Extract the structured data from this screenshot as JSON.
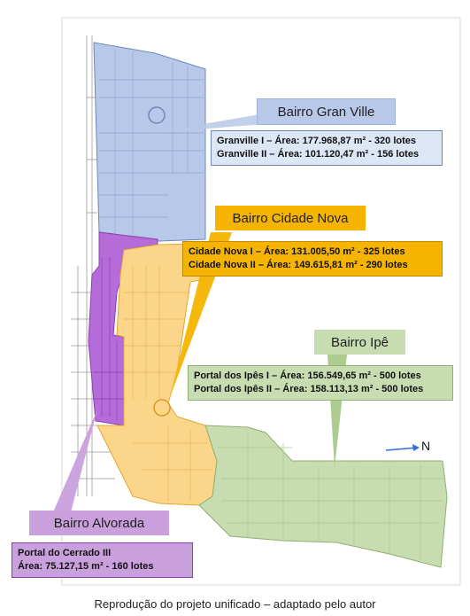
{
  "caption": "Reprodução do projeto unificado – adaptado pelo autor",
  "north_label": "N",
  "colors": {
    "granville": "#b8c8e8",
    "granville_dark": "#8fa6cf",
    "cidade_nova": "#fbd58a",
    "cidade_nova_dark": "#f5b400",
    "ipe": "#c7dcb0",
    "ipe_dark": "#a9c98a",
    "alvorada": "#b56bd8",
    "alvorada_light": "#c9a0dc"
  },
  "neighborhoods": {
    "gran_ville": {
      "title": "Bairro Gran Ville",
      "lines": [
        {
          "label": "Granville I – Área: ",
          "value": "177.968,87 m² - 320 lotes"
        },
        {
          "label": "Granville II – Área: ",
          "value": "101.120,47 m² - 156 lotes"
        }
      ]
    },
    "cidade_nova": {
      "title": "Bairro Cidade Nova",
      "lines": [
        {
          "label": "Cidade Nova I – Área: ",
          "value": "131.005,50 m² - 325 lotes"
        },
        {
          "label": "Cidade Nova II – Área: ",
          "value": "149.615,81 m² - 290 lotes"
        }
      ]
    },
    "ipe": {
      "title": "Bairro Ipê",
      "lines": [
        {
          "label": "Portal dos Ipês I – Área: ",
          "value": "156.549,65 m² - 500 lotes"
        },
        {
          "label": "Portal dos Ipês II – Área: ",
          "value": "158.113,13 m² - 500 lotes"
        }
      ]
    },
    "alvorada": {
      "title": "Bairro Alvorada",
      "lines": [
        {
          "label": "Portal do Cerrado III",
          "value": ""
        },
        {
          "label": "Área: ",
          "value": "75.127,15 m² - 160 lotes"
        }
      ]
    }
  }
}
